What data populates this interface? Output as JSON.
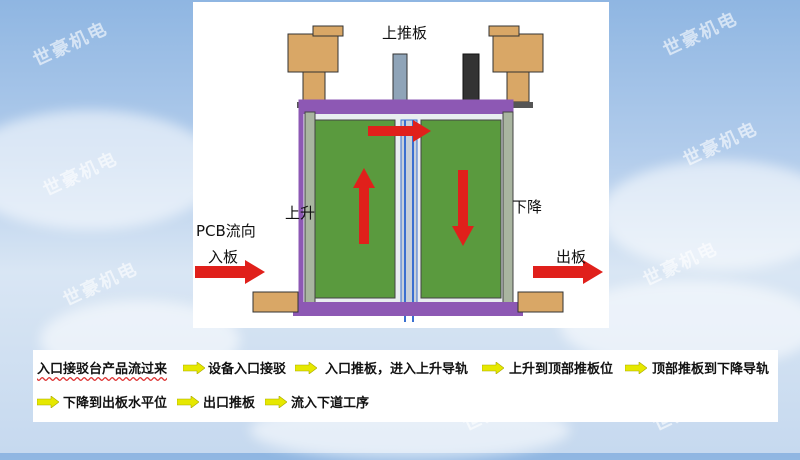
{
  "labels": {
    "top_push": "上推板",
    "rise": "上升",
    "fall": "下降",
    "pcb_flow": "PCB流向",
    "in_board": "入板",
    "out_board": "出板"
  },
  "watermark_text": "世豪机电",
  "process_steps": [
    "入口接驳台产品流过来",
    "设备入口接驳",
    "入口推板，进入上升导轨",
    "上升到顶部推板位",
    "顶部推板到下降导轨",
    "下降到出板水平位",
    "出口推板",
    "流入下道工序"
  ],
  "colors": {
    "arrow_red": "#e0201b",
    "flow_arrow": "#e6e800",
    "frame_purple": "#8d58b4",
    "board_green": "#2e7d32"
  }
}
